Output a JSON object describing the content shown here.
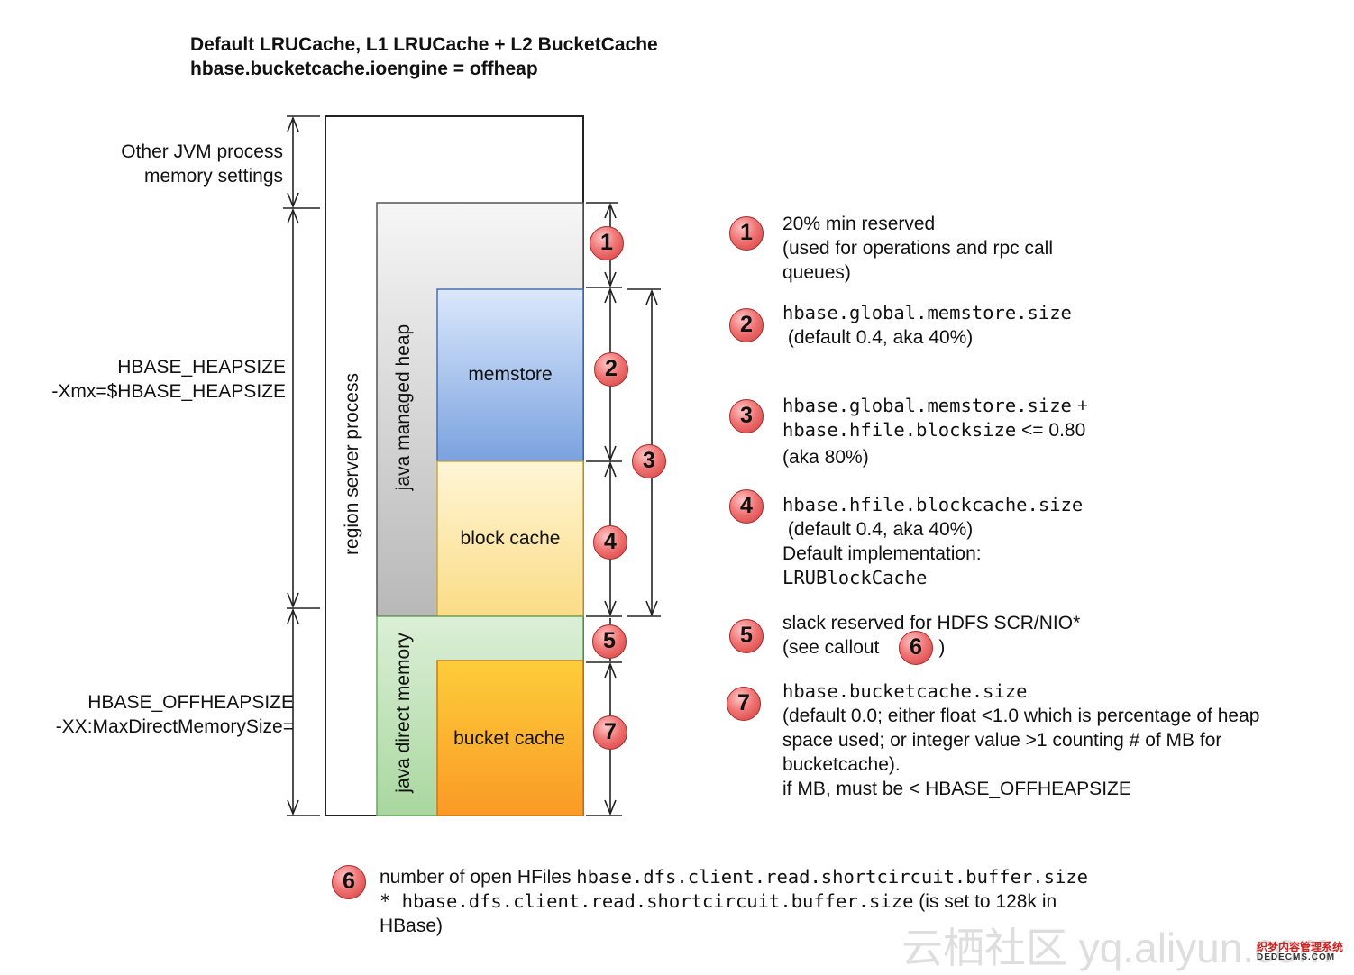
{
  "title": {
    "line1": "Default LRUCache, L1 LRUCache + L2 BucketCache",
    "line2": "hbase.bucketcache.ioengine = offheap"
  },
  "left_labels": {
    "other_jvm": [
      "Other JVM process",
      "memory settings"
    ],
    "heapsize": [
      "HBASE_HEAPSIZE",
      "-Xmx=$HBASE_HEAPSIZE"
    ],
    "offheapsize": [
      "HBASE_OFFHEAPSIZE",
      "-XX:MaxDirectMemorySize="
    ]
  },
  "boxes": {
    "region_server": "region server process",
    "java_heap": "java managed heap",
    "memstore": "memstore",
    "block_cache": "block cache",
    "java_direct": "java direct memory",
    "bucket_cache": "bucket cache"
  },
  "colors": {
    "badge": "#e85a5a",
    "heap_gray": "#bdbdbd",
    "memstore_blue": "#7fa6e0",
    "blockcache_yellow": "#fbe49a",
    "direct_green": "#c6e3bf",
    "bucket_orange": "#fba52a"
  },
  "badges": [
    "1",
    "2",
    "3",
    "4",
    "5",
    "6",
    "7"
  ],
  "notes": {
    "n1": [
      "20% min reserved",
      "(used for operations and rpc call",
      "queues)"
    ],
    "n2": {
      "mono": "hbase.global.memstore.size",
      "rest": " (default 0.4, aka 40%)"
    },
    "n3": {
      "mono1": "hbase.global.memstore.size",
      "plus": " +",
      "mono2": "hbase.hfile.blocksize",
      "cmp": " <= 0.80",
      "rest": "(aka 80%)"
    },
    "n4": {
      "mono": "hbase.hfile.blockcache.size",
      "rest1": " (default 0.4, aka 40%)",
      "rest2": "Default implementation:",
      "mono2": "LRUBlockCache"
    },
    "n5": {
      "line1": "slack reserved for HDFS SCR/NIO*",
      "line2a": "(see callout",
      "line2b": ")"
    },
    "n7": {
      "mono": "hbase.bucketcache.size",
      "lines": [
        "(default 0.0;  either float <1.0 which is percentage of heap",
        "space used; or integer value >1 counting # of MB for",
        "bucketcache).",
        "if MB, must be < HBASE_OFFHEAPSIZE"
      ]
    },
    "n6": {
      "text1": "number of open HFiles ",
      "mono1": "hbase.dfs.client.read.shortcircuit.buffer.size",
      "mono2": "* hbase.dfs.client.read.shortcircuit.buffer.size",
      "text2": " (is set to 128k in",
      "text3": "HBase)"
    }
  },
  "watermark": {
    "main": "云栖社区 yq.aliyun.com",
    "small1": "织梦内容管理系统",
    "small2": "DEDECMS.COM"
  }
}
